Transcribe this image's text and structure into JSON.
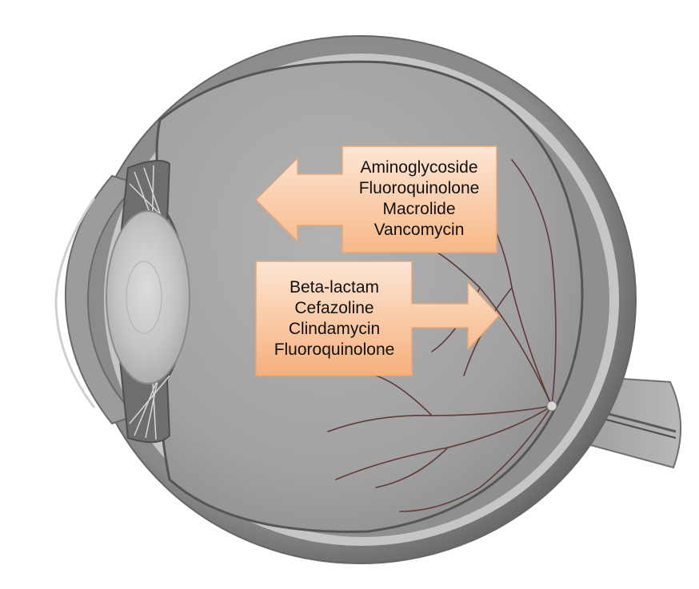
{
  "colors": {
    "label_fill_light": "#fde0c9",
    "label_fill_dark": "#f7b887",
    "label_border": "#e9a678",
    "eye_outer": "#7a7a7a",
    "eye_inner": "#b4b4b4",
    "vitreous": "#a3a3a3",
    "vessel": "#5e3a37"
  },
  "labels": {
    "top": {
      "direction": "left",
      "items": [
        "Aminoglycoside",
        "Fluoroquinolone",
        "Macrolide",
        "Vancomycin"
      ]
    },
    "bottom": {
      "direction": "right",
      "items": [
        "Beta-lactam",
        "Cefazoline",
        "Clindamycin",
        "Fluoroquinolone"
      ]
    }
  }
}
